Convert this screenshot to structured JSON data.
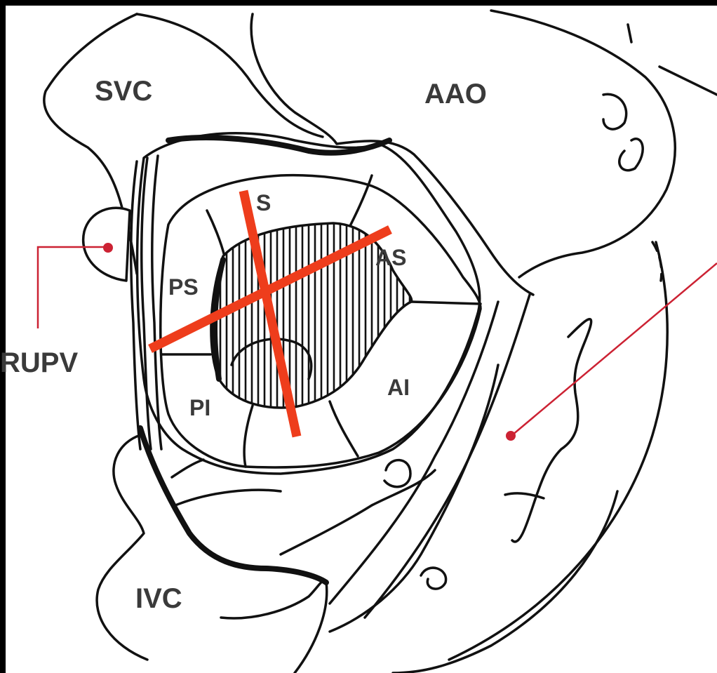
{
  "labels": {
    "svc": "SVC",
    "aao": "AAO",
    "rupv": "RUPV",
    "ivc": "IVC",
    "s": "S",
    "ps": "PS",
    "as": "AS",
    "pi": "PI",
    "ai": "AI"
  },
  "colors": {
    "background": "#000000",
    "canvas": "#ffffff",
    "ink": "#111111",
    "leader": "#cc2233",
    "cross_marker": "#ee3d1c"
  }
}
